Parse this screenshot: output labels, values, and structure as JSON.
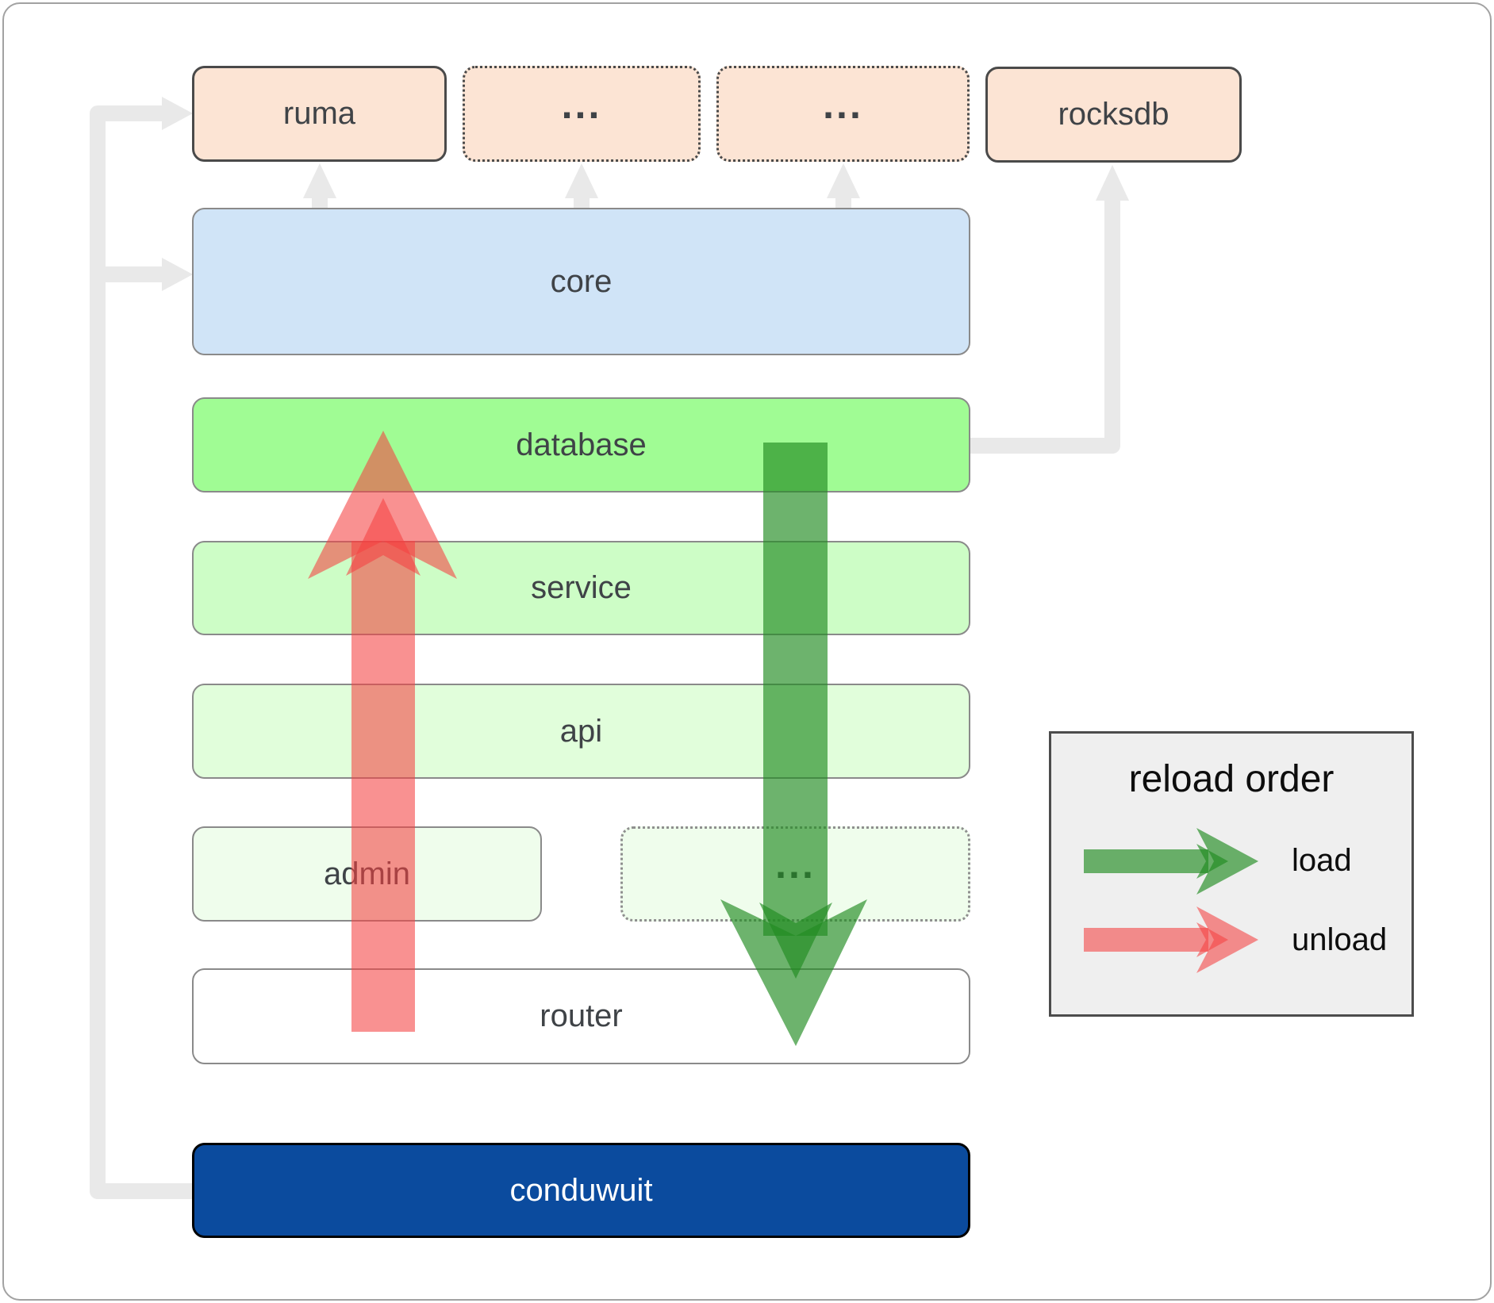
{
  "boxes": {
    "ruma": "ruma",
    "top_ellipsis_1": "...",
    "top_ellipsis_2": "...",
    "rocksdb": "rocksdb",
    "core": "core",
    "database": "database",
    "service": "service",
    "api": "api",
    "admin": "admin",
    "admin_ellipsis": "...",
    "router": "router",
    "conduwuit": "conduwuit"
  },
  "legend": {
    "title": "reload order",
    "load": "load",
    "unload": "unload"
  },
  "colors": {
    "box_peach": "#fce4d4",
    "box_blue": "#d0e4f7",
    "box_green_bright": "#a0fc94",
    "box_green_light": "#cdfdc6",
    "box_green_lighter": "#e1fedb",
    "box_green_faint": "#effdec",
    "box_navy_blue": "#0b4b9e",
    "load_arrow_green": "#228b22",
    "unload_arrow_red": "#f54141",
    "connector_gray": "#e9e9e9",
    "legend_background": "#efefef",
    "label_text": "#3f4347"
  }
}
